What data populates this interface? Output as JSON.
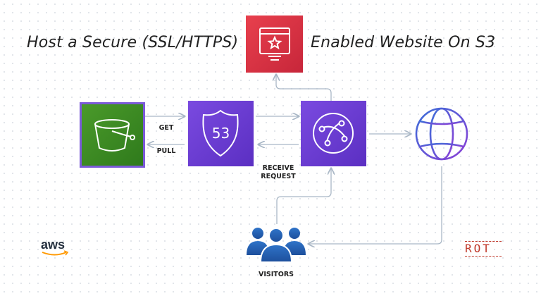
{
  "title": {
    "left": "Host a Secure (SSL/HTTPS)",
    "right": "Enabled Website On S3"
  },
  "labels": {
    "get": "GET",
    "pull": "PULL",
    "receive": "RECEIVE",
    "request": "REQUEST",
    "visitors": "VISITORS"
  },
  "icons": {
    "route53_number": "53"
  },
  "logos": {
    "aws": "aws",
    "rot": "ROT"
  },
  "colors": {
    "s3_green": "#3f8624",
    "purple": "#6d3fd6",
    "red": "#dd344c",
    "arrow": "#a9b7c6",
    "visitors_blue": "#2563b4"
  }
}
